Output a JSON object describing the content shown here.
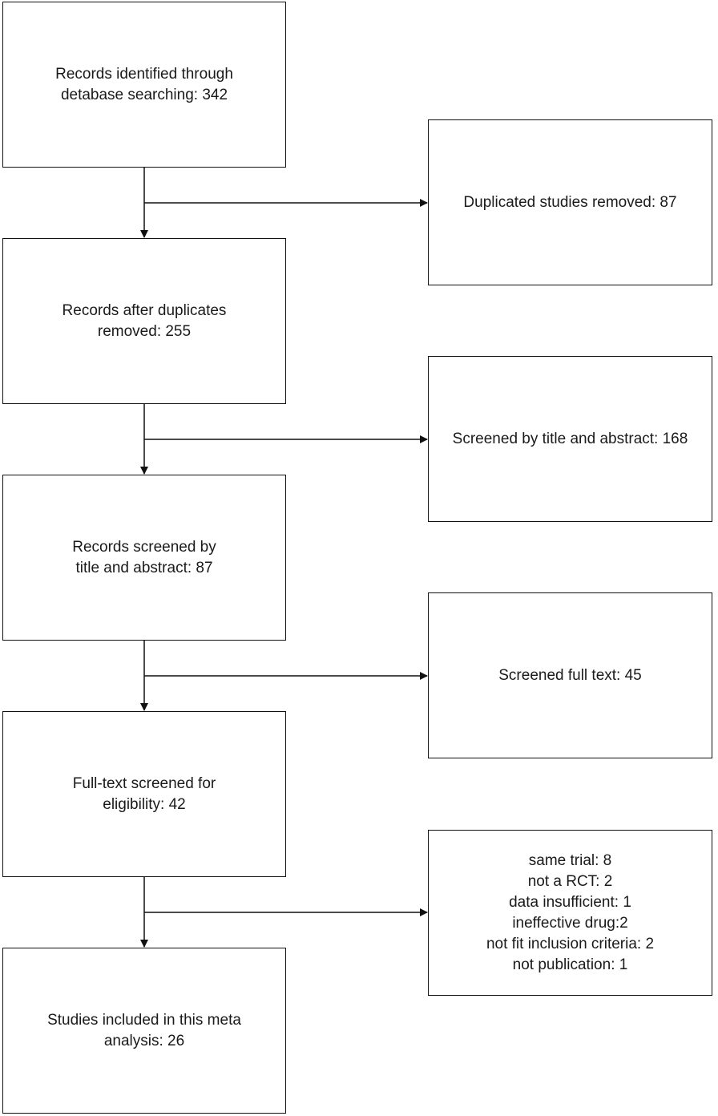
{
  "main_flow": [
    {
      "id": "identified",
      "lines": [
        "Records identified through",
        "detabase searching: 342"
      ]
    },
    {
      "id": "after-duplicates",
      "lines": [
        "Records after duplicates",
        "removed: 255"
      ]
    },
    {
      "id": "screened-title-abstract",
      "lines": [
        "Records screened by",
        "title and abstract: 87"
      ]
    },
    {
      "id": "fulltext-eligibility",
      "lines": [
        "Full-text screened for",
        "eligibility: 42"
      ]
    },
    {
      "id": "included",
      "lines": [
        "Studies included in this meta",
        "analysis: 26"
      ]
    }
  ],
  "side_boxes": [
    {
      "id": "duplicates-removed",
      "lines": [
        "Duplicated studies removed: 87"
      ]
    },
    {
      "id": "excluded-title-abstract",
      "lines": [
        "Screened by title and abstract: 168"
      ]
    },
    {
      "id": "excluded-full-text",
      "lines": [
        "Screened full text: 45"
      ]
    },
    {
      "id": "exclusion-reasons",
      "lines": [
        "same trial: 8",
        "not a RCT: 2",
        "data insufficient: 1",
        "ineffective drug:2",
        "not fit inclusion criteria: 2",
        "not publication: 1"
      ]
    }
  ],
  "colors": {
    "stroke": "#111111",
    "background": "#ffffff",
    "text": "#1a1a1a"
  }
}
